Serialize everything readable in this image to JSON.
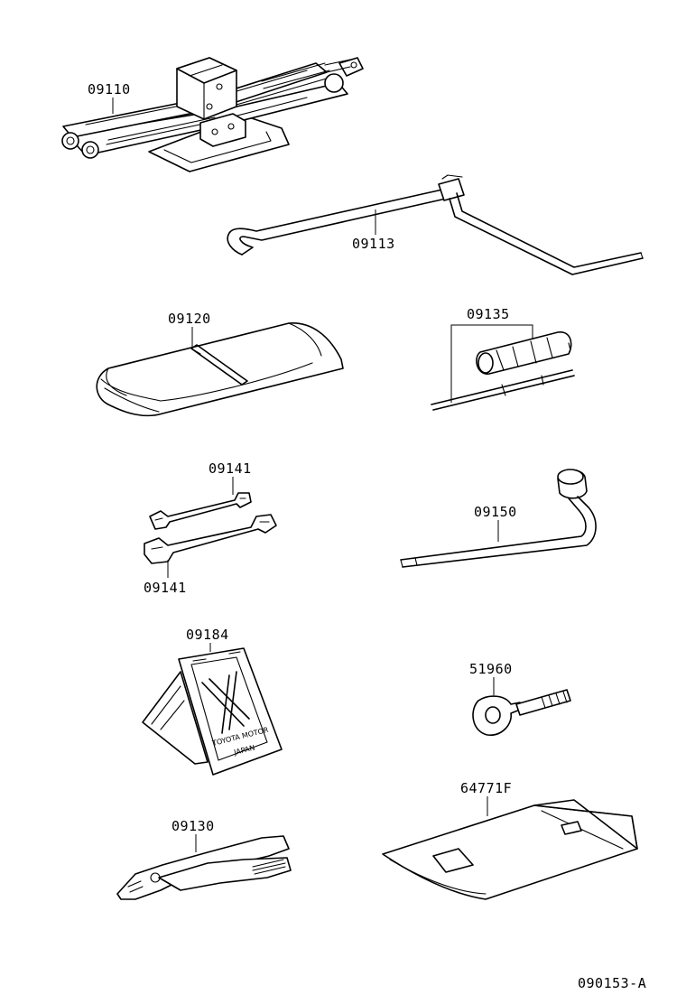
{
  "diagram": {
    "code": "090153-A",
    "parts": [
      {
        "id": "jack",
        "number": "09110"
      },
      {
        "id": "jack-handle",
        "number": "09113"
      },
      {
        "id": "tool-bag",
        "number": "09120"
      },
      {
        "id": "screwdriver",
        "number": "09135"
      },
      {
        "id": "wrench-top",
        "number": "09141"
      },
      {
        "id": "wrench-bottom",
        "number": "09141"
      },
      {
        "id": "wheel-nut-wrench",
        "number": "09150"
      },
      {
        "id": "warning-triangle",
        "number": "09184"
      },
      {
        "id": "towing-eye",
        "number": "51960"
      },
      {
        "id": "pliers",
        "number": "09130"
      },
      {
        "id": "tool-pouch",
        "number": "64771F"
      }
    ],
    "stamp_text": [
      "TOYOTA MOTOR",
      "JAPAN"
    ]
  }
}
